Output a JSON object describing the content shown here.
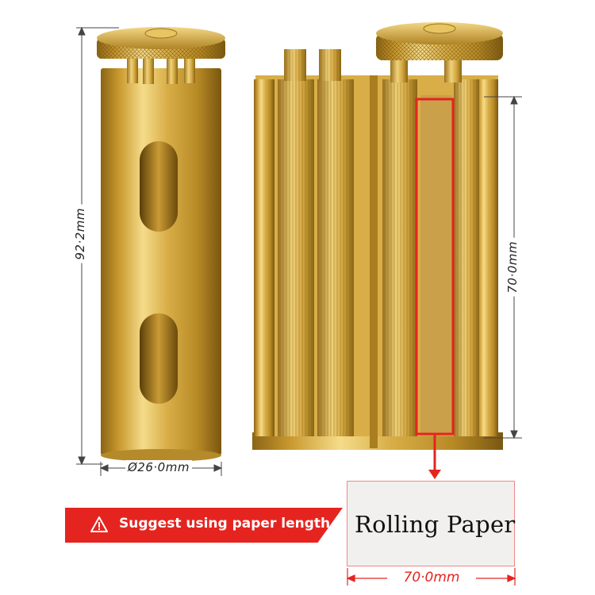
{
  "dimensions": {
    "height_label": "92·2mm",
    "diameter_label": "Ø26·0mm",
    "roller_length_label": "70·0mm",
    "paper_length_label": "70·0mm"
  },
  "banner": {
    "text": "Suggest using paper length",
    "icon": "warning-triangle-icon"
  },
  "paper": {
    "label": "Rolling Paper"
  },
  "colors": {
    "accent_red": "#e52420",
    "brass": "#d4a73a",
    "brass_dark": "#8a6515",
    "brass_light": "#f5dc8a"
  }
}
